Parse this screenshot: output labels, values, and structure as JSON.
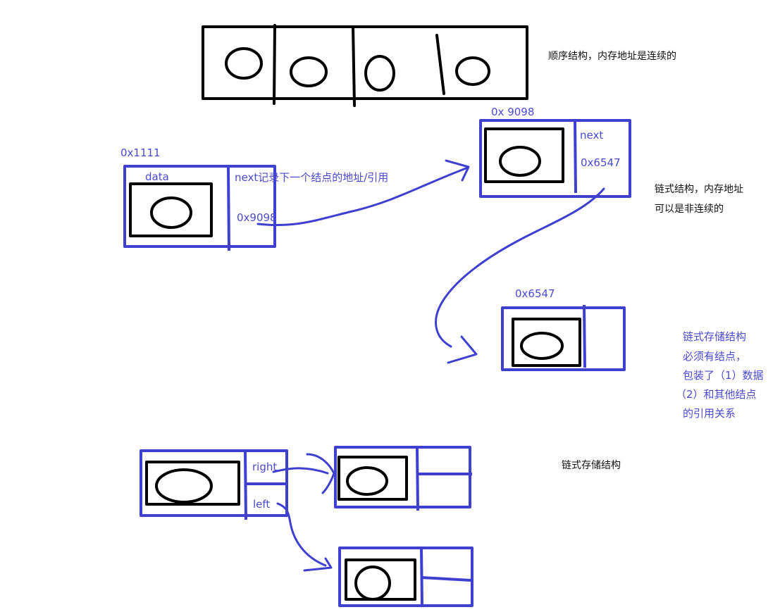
{
  "sequential": {
    "caption": "顺序结构，内存地址是连续的"
  },
  "linked": {
    "node1": {
      "address": "0x1111",
      "data_label": "data",
      "next_label": "next记录下一个结点的地址/引用",
      "next_value": "0x9098"
    },
    "node2": {
      "address": "0x 9098",
      "next_label": "next",
      "next_value": "0x6547"
    },
    "node3": {
      "address": "0x6547"
    },
    "caption_line1": "链式结构，内存地址",
    "caption_line2": "可以是非连续的"
  },
  "note": {
    "lines": [
      "链式存储结构",
      "必须有结点，",
      "包装了（1）数据",
      "（2）和其他结点",
      "的引用关系"
    ]
  },
  "tree": {
    "right_label": "right",
    "left_label": "left",
    "caption": "链式存储结构"
  },
  "colors": {
    "ink": "#000000",
    "pen_blue": "#3f3fd0",
    "text_blue": "#4a4ad0"
  }
}
